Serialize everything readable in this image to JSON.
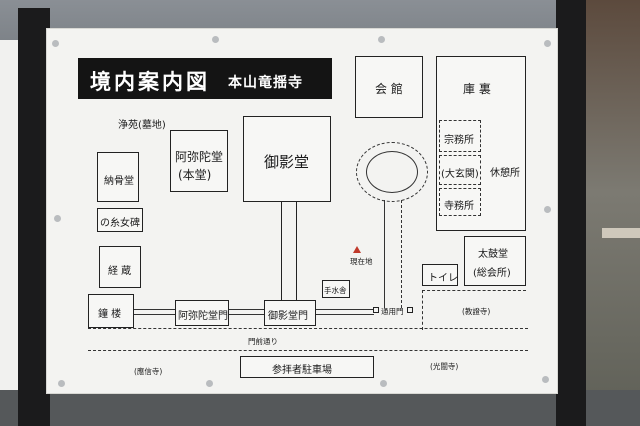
{
  "sign": {
    "title": "境内案内図",
    "subtitle": "本山竜揺寺",
    "map": {
      "kaikan": "会 館",
      "kuri": "庫 裏",
      "shumusho": "宗務所",
      "ogenkan": "(大玄関)",
      "kyukeisho": "休憩所",
      "jimusho": "寺務所",
      "taikodo": "太鼓堂",
      "taikodo_sub": "(総会所)",
      "toilet": "トイレ",
      "jyoen": "浄苑(墓地)",
      "amidado": "阿弥陀堂",
      "amidado_sub": "(本堂)",
      "goeido": "御影堂",
      "nokotsudo": "納骨堂",
      "nyonyohi": "の糸女碑",
      "kyozo": "経 蔵",
      "shoro": "鐘 楼",
      "amidado_mon": "阿弥陀堂門",
      "goeido_mon": "御影堂門",
      "temizuya": "手水舎",
      "here": "現在地",
      "tsuyomon": "通用門",
      "kyogyoji": "(教證寺)",
      "monzen_dori": "門前通り",
      "otoji": "(應信寺)",
      "parking": "参拝者駐車場",
      "komyoji": "(光闡寺)"
    }
  },
  "colors": {
    "board": "#f3f3f1",
    "post": "#1b1b1c",
    "here_marker": "#c0392b"
  }
}
